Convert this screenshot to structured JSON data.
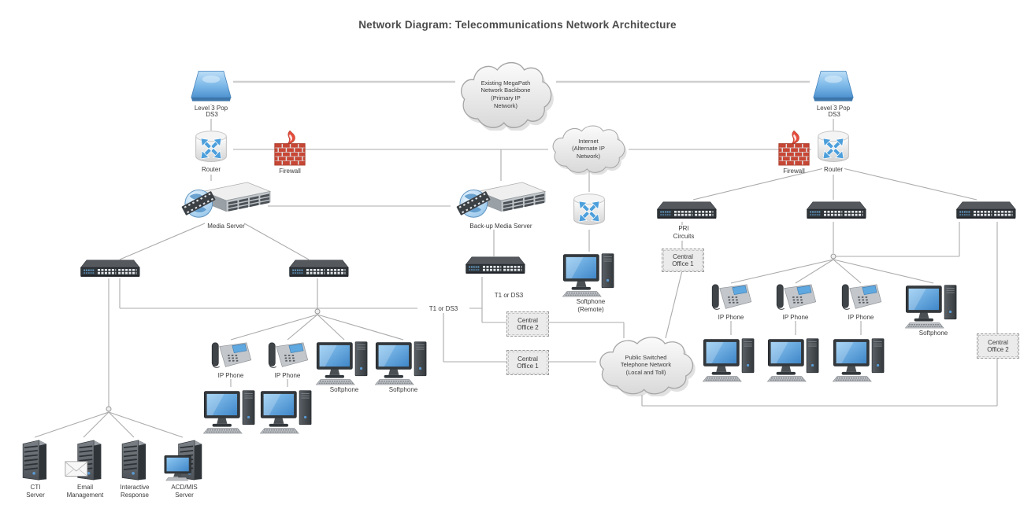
{
  "title": "Network Diagram: Telecommunications Network Architecture",
  "clouds": {
    "megapath": "Existing MegaPath\nNetwork Backbone\n(Primary IP\nNetwork)",
    "internet": "Internet\n(Alternate IP\nNetwork)",
    "pstn": "Public Switched\nTelephone Network\n(Local and Toll)"
  },
  "nodes": {
    "pop_left": "Level 3 Pop",
    "pop_right": "Level 3 Pop",
    "router_left": "Router",
    "router_right": "Router",
    "firewall_left": "Firewall",
    "firewall_right": "Firewall",
    "media_server": "Media Server",
    "backup_media_server": "Back-up Media Server",
    "softphone_remote": "Softphone\n(Remote)",
    "ip_phone": "IP Phone",
    "softphone": "Softphone",
    "central_office_1": "Central\nOffice 1",
    "central_office_2": "Central\nOffice 2",
    "cti_server": "CTI\nServer",
    "email_management": "Email\nManagement",
    "interactive_response": "Interactive\nResponse",
    "acd_mis_server": "ACD/MIS\nServer"
  },
  "link_labels": {
    "ds3": "DS3",
    "t1_or_ds3": "T1 or DS3",
    "pri_circuits": "PRI\nCircuits"
  },
  "colors": {
    "accent_blue": "#4d9fdb",
    "firewall_red": "#c74634",
    "connector_gray": "#ababab",
    "backbone_gray": "#cfcfcf"
  }
}
